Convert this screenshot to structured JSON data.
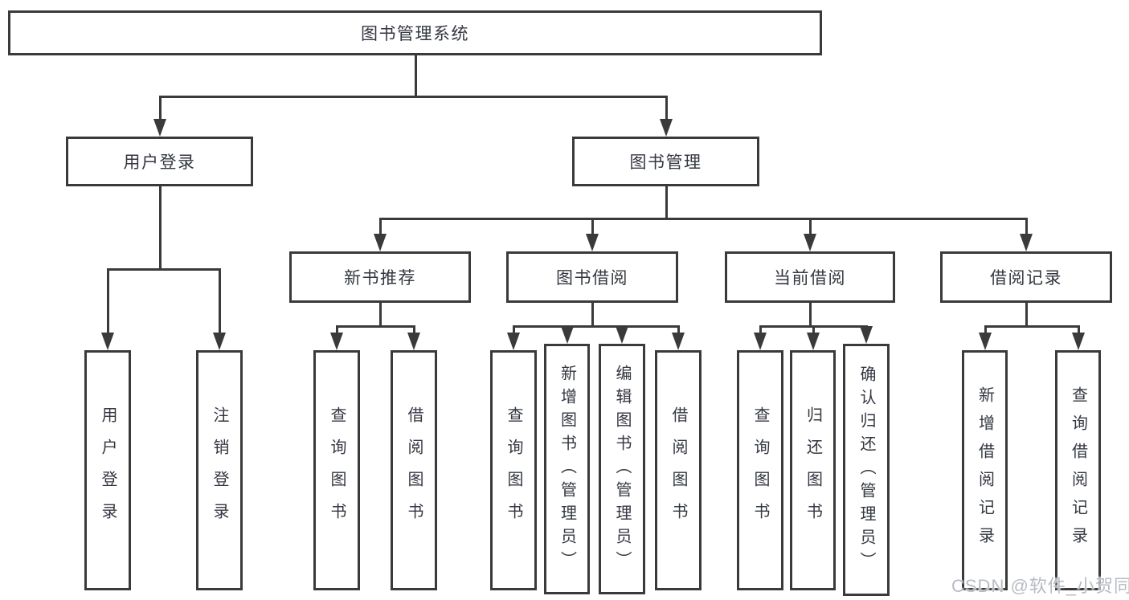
{
  "diagram": {
    "title": "图书管理系统",
    "nodes": [
      {
        "id": "root",
        "label": "图书管理系统"
      },
      {
        "id": "user-login",
        "label": "用户登录"
      },
      {
        "id": "book-mgmt",
        "label": "图书管理"
      },
      {
        "id": "new-book-rec",
        "label": "新书推荐"
      },
      {
        "id": "book-borrow",
        "label": "图书借阅"
      },
      {
        "id": "current-borrow",
        "label": "当前借阅"
      },
      {
        "id": "borrow-records",
        "label": "借阅记录"
      },
      {
        "id": "leaf-user-login",
        "label": "用户登录"
      },
      {
        "id": "leaf-logout",
        "label": "注销登录"
      },
      {
        "id": "leaf-rec-query",
        "label": "查询图书"
      },
      {
        "id": "leaf-rec-borrow",
        "label": "借阅图书"
      },
      {
        "id": "leaf-bb-query",
        "label": "查询图书"
      },
      {
        "id": "leaf-bb-add",
        "label": "新增图书（管理员）"
      },
      {
        "id": "leaf-bb-edit",
        "label": "编辑图书（管理员）"
      },
      {
        "id": "leaf-bb-borrow",
        "label": "借阅图书"
      },
      {
        "id": "leaf-cb-query",
        "label": "查询图书"
      },
      {
        "id": "leaf-cb-return",
        "label": "归还图书"
      },
      {
        "id": "leaf-cb-confirm",
        "label": "确认归还（管理员）"
      },
      {
        "id": "leaf-br-add",
        "label": "新增借阅记录"
      },
      {
        "id": "leaf-br-query",
        "label": "查询借阅记录"
      }
    ],
    "edges": [
      {
        "parent": "root",
        "children": [
          "user-login",
          "book-mgmt"
        ]
      },
      {
        "parent": "user-login",
        "children": [
          "leaf-user-login",
          "leaf-logout"
        ]
      },
      {
        "parent": "book-mgmt",
        "children": [
          "new-book-rec",
          "book-borrow",
          "current-borrow",
          "borrow-records"
        ]
      },
      {
        "parent": "new-book-rec",
        "children": [
          "leaf-rec-query",
          "leaf-rec-borrow"
        ]
      },
      {
        "parent": "book-borrow",
        "children": [
          "leaf-bb-query",
          "leaf-bb-add",
          "leaf-bb-edit",
          "leaf-bb-borrow"
        ]
      },
      {
        "parent": "current-borrow",
        "children": [
          "leaf-cb-query",
          "leaf-cb-return",
          "leaf-cb-confirm"
        ]
      },
      {
        "parent": "borrow-records",
        "children": [
          "leaf-br-add",
          "leaf-br-query"
        ]
      }
    ]
  },
  "watermark": "CSDN @软件_小贺同学",
  "colors": {
    "line": "#3a3a3a",
    "text": "#333740",
    "watermark": "#b7bbc3",
    "background": "#ffffff"
  }
}
